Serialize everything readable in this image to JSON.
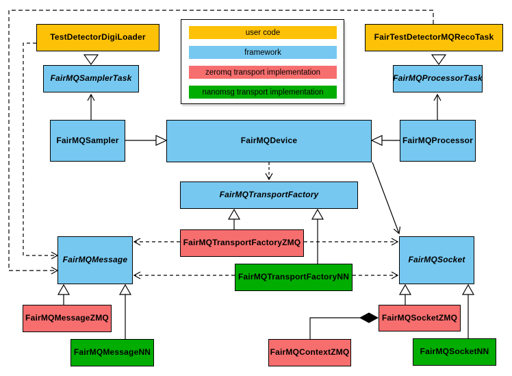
{
  "diagram": {
    "type": "uml-class-diagram",
    "subject": "FairMQ device and transport class hierarchy"
  },
  "colors": {
    "user_code": "#FDC107",
    "framework": "#76C8F0",
    "zeromq": "#F76E6E",
    "nanomsg": "#00AD00",
    "line": "#000000",
    "background": "#FFFFFF"
  },
  "legend": {
    "items": [
      {
        "label": "user code",
        "color_key": "user_code"
      },
      {
        "label": "framework",
        "color_key": "framework"
      },
      {
        "label": "zeromq transport implementation",
        "color_key": "zeromq"
      },
      {
        "label": "nanomsg transport implementation",
        "color_key": "nanomsg"
      }
    ]
  },
  "nodes": {
    "test_detector_digi_loader": {
      "label": "TestDetectorDigiLoader",
      "category": "user_code",
      "abstract": false
    },
    "fair_test_detector_mq_reco_task": {
      "label": "FairTestDetectorMQRecoTask",
      "category": "user_code",
      "abstract": false
    },
    "fairmq_sampler_task": {
      "label": "FairMQSamplerTask",
      "category": "framework",
      "abstract": true
    },
    "fairmq_processor_task": {
      "label": "FairMQProcessorTask",
      "category": "framework",
      "abstract": true
    },
    "fairmq_sampler": {
      "label": "FairMQSampler",
      "category": "framework",
      "abstract": false
    },
    "fairmq_device": {
      "label": "FairMQDevice",
      "category": "framework",
      "abstract": false
    },
    "fairmq_processor": {
      "label": "FairMQProcessor",
      "category": "framework",
      "abstract": false
    },
    "fairmq_transport_factory": {
      "label": "FairMQTransportFactory",
      "category": "framework",
      "abstract": true
    },
    "fairmq_transport_factory_zmq": {
      "label": "FairMQTransportFactoryZMQ",
      "category": "zeromq",
      "abstract": false
    },
    "fairmq_transport_factory_nn": {
      "label": "FairMQTransportFactoryNN",
      "category": "nanomsg",
      "abstract": false
    },
    "fairmq_message": {
      "label": "FairMQMessage",
      "category": "framework",
      "abstract": true
    },
    "fairmq_socket": {
      "label": "FairMQSocket",
      "category": "framework",
      "abstract": true
    },
    "fairmq_message_zmq": {
      "label": "FairMQMessageZMQ",
      "category": "zeromq",
      "abstract": false
    },
    "fairmq_message_nn": {
      "label": "FairMQMessageNN",
      "category": "nanomsg",
      "abstract": false
    },
    "fairmq_context_zmq": {
      "label": "FairMQContextZMQ",
      "category": "zeromq",
      "abstract": false
    },
    "fairmq_socket_zmq": {
      "label": "FairMQSocketZMQ",
      "category": "zeromq",
      "abstract": false
    },
    "fairmq_socket_nn": {
      "label": "FairMQSocketNN",
      "category": "nanomsg",
      "abstract": false
    }
  },
  "edges": [
    {
      "from": "TestDetectorDigiLoader",
      "to": "FairMQSamplerTask",
      "type": "inheritance"
    },
    {
      "from": "FairTestDetectorMQRecoTask",
      "to": "FairMQProcessorTask",
      "type": "inheritance"
    },
    {
      "from": "FairMQSampler",
      "to": "FairMQSamplerTask",
      "type": "association"
    },
    {
      "from": "FairMQProcessor",
      "to": "FairMQProcessorTask",
      "type": "association"
    },
    {
      "from": "FairMQSampler",
      "to": "FairMQDevice",
      "type": "inheritance"
    },
    {
      "from": "FairMQProcessor",
      "to": "FairMQDevice",
      "type": "inheritance"
    },
    {
      "from": "FairMQDevice",
      "to": "FairMQTransportFactory",
      "type": "dependency"
    },
    {
      "from": "FairMQDevice",
      "to": "FairMQSocket",
      "type": "association"
    },
    {
      "from": "TestDetectorDigiLoader",
      "to": "FairMQMessage",
      "type": "dependency"
    },
    {
      "from": "FairTestDetectorMQRecoTask",
      "to": "FairMQMessage",
      "type": "dependency"
    },
    {
      "from": "FairMQTransportFactoryZMQ",
      "to": "FairMQTransportFactory",
      "type": "inheritance"
    },
    {
      "from": "FairMQTransportFactoryNN",
      "to": "FairMQTransportFactory",
      "type": "inheritance"
    },
    {
      "from": "FairMQTransportFactoryZMQ",
      "to": "FairMQMessage",
      "type": "dependency"
    },
    {
      "from": "FairMQTransportFactoryZMQ",
      "to": "FairMQSocket",
      "type": "dependency"
    },
    {
      "from": "FairMQTransportFactoryNN",
      "to": "FairMQMessage",
      "type": "dependency"
    },
    {
      "from": "FairMQTransportFactoryNN",
      "to": "FairMQSocket",
      "type": "dependency"
    },
    {
      "from": "FairMQMessageZMQ",
      "to": "FairMQMessage",
      "type": "inheritance"
    },
    {
      "from": "FairMQMessageNN",
      "to": "FairMQMessage",
      "type": "inheritance"
    },
    {
      "from": "FairMQSocketZMQ",
      "to": "FairMQSocket",
      "type": "inheritance"
    },
    {
      "from": "FairMQSocketNN",
      "to": "FairMQSocket",
      "type": "inheritance"
    },
    {
      "from": "FairMQContextZMQ",
      "to": "FairMQSocketZMQ",
      "type": "aggregation"
    }
  ]
}
